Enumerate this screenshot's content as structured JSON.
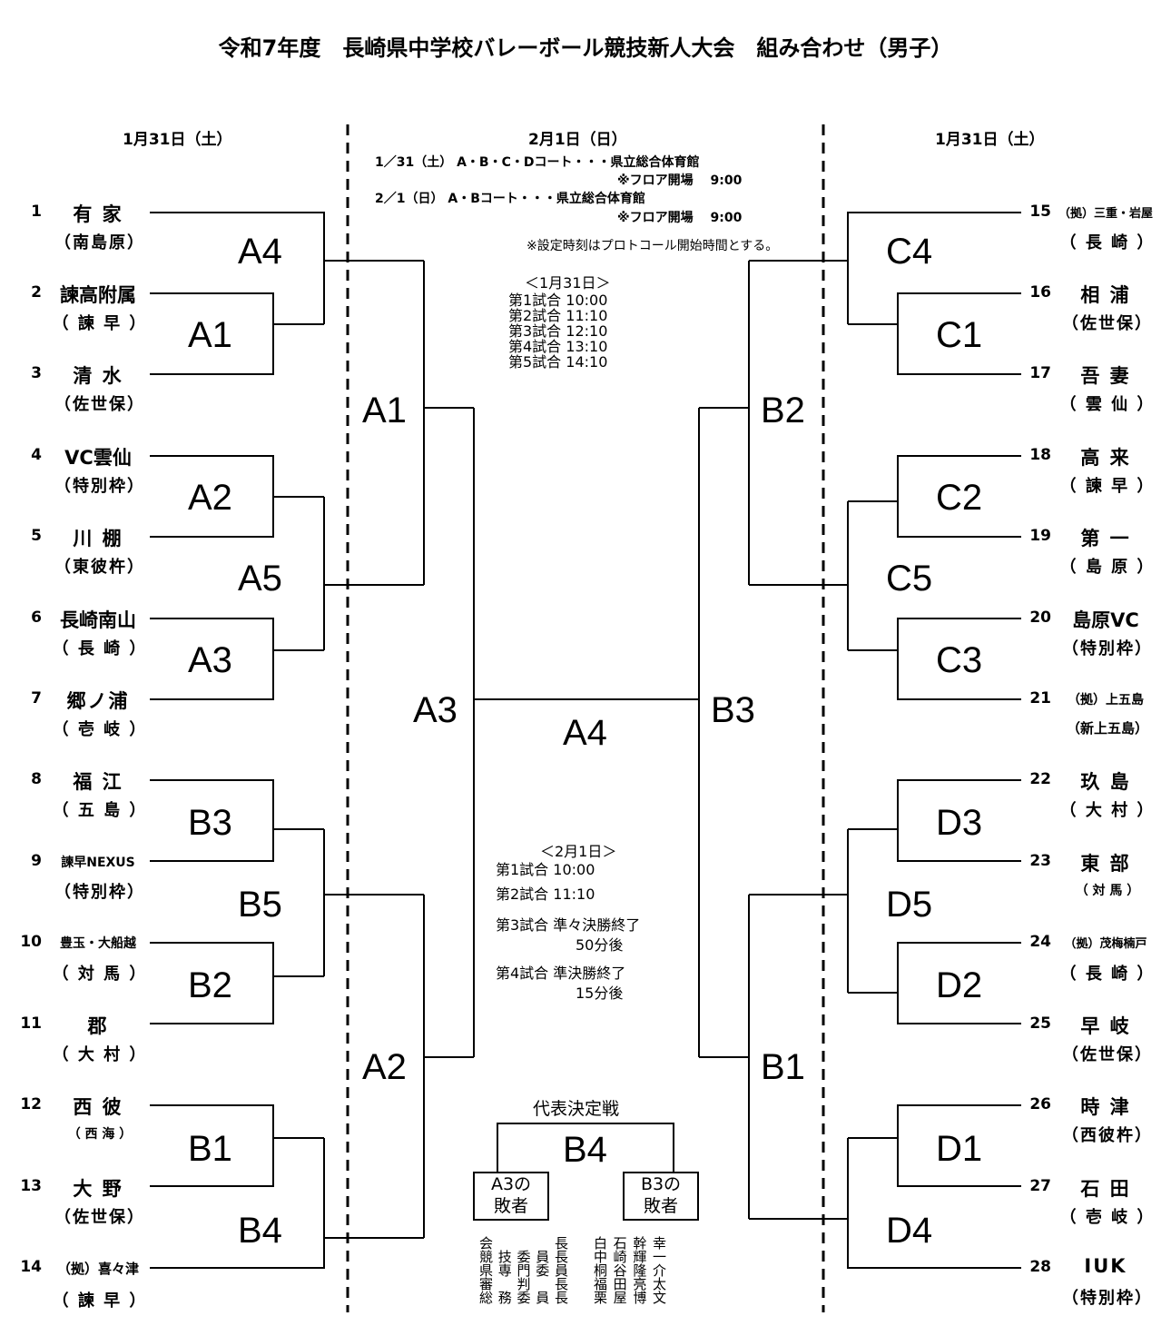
{
  "title": "令和7年度　長崎県中学校バレーボール競技新人大会　組み合わせ（男子）",
  "days": {
    "left": "1月31日（土）",
    "center": "2月1日（日）",
    "right": "1月31日（土）"
  },
  "venue_info": {
    "line1": "1／31（土）  A・B・C・Dコート・・・県立総合体育館",
    "line2": "※フロア開場　 9:00",
    "line3": "2／1（日）   A・Bコート・・・県立総合体育館",
    "line4": "※フロア開場　 9:00",
    "note": "※設定時刻はプロトコール開始時間とする。"
  },
  "schedule_day1": {
    "header": "＜1月31日＞",
    "rows": [
      "第1試合  10:00",
      "第2試合  11:10",
      "第3試合  12:10",
      "第4試合  13:10",
      "第5試合  14:10"
    ]
  },
  "schedule_day2": {
    "header": "＜2月1日＞",
    "rows": [
      "第1試合  10:00",
      "第2試合  11:10",
      "第3試合  準々決勝終了",
      "50分後",
      "第4試合  準決勝終了",
      "15分後"
    ]
  },
  "teams_left": [
    {
      "num": "1",
      "name": "有 家",
      "city": "（南島原）"
    },
    {
      "num": "2",
      "name": "諫高附属",
      "city": "（ 諫 早 ）"
    },
    {
      "num": "3",
      "name": "清 水",
      "city": "（佐世保）"
    },
    {
      "num": "4",
      "name": "VC雲仙",
      "city": "（特別枠）"
    },
    {
      "num": "5",
      "name": "川 棚",
      "city": "（東彼杵）"
    },
    {
      "num": "6",
      "name": "長崎南山",
      "city": "（ 長 崎 ）"
    },
    {
      "num": "7",
      "name": "郷ノ浦",
      "city": "（ 壱 岐 ）"
    },
    {
      "num": "8",
      "name": "福 江",
      "city": "（ 五 島 ）"
    },
    {
      "num": "9",
      "name": "諫早NEXUS",
      "city": "（特別枠）"
    },
    {
      "num": "10",
      "name": "豊玉・大船越",
      "city": "（ 対 馬 ）"
    },
    {
      "num": "11",
      "name": "郡",
      "city": "（ 大 村 ）"
    },
    {
      "num": "12",
      "name": "西 彼",
      "city": "（ 西 海 ）"
    },
    {
      "num": "13",
      "name": "大 野",
      "city": "（佐世保）"
    },
    {
      "num": "14",
      "name": "（拠）喜々津",
      "city": "（ 諫 早 ）"
    }
  ],
  "teams_right": [
    {
      "num": "15",
      "name": "（拠）三重・岩屋",
      "city": "（ 長 崎 ）"
    },
    {
      "num": "16",
      "name": "相 浦",
      "city": "（佐世保）"
    },
    {
      "num": "17",
      "name": "吾 妻",
      "city": "（ 雲 仙 ）"
    },
    {
      "num": "18",
      "name": "高 来",
      "city": "（ 諫 早 ）"
    },
    {
      "num": "19",
      "name": "第 一",
      "city": "（ 島 原 ）"
    },
    {
      "num": "20",
      "name": "島原VC",
      "city": "（特別枠）"
    },
    {
      "num": "21",
      "name": "（拠）上五島",
      "city": "（新上五島）"
    },
    {
      "num": "22",
      "name": "玖 島",
      "city": "（ 大 村 ）"
    },
    {
      "num": "23",
      "name": "東 部",
      "city": "（ 対 馬 ）"
    },
    {
      "num": "24",
      "name": "（拠）茂梅楠戸",
      "city": "（ 長 崎 ）"
    },
    {
      "num": "25",
      "name": "早 岐",
      "city": "（佐世保）"
    },
    {
      "num": "26",
      "name": "時 津",
      "city": "（西彼杵）"
    },
    {
      "num": "27",
      "name": "石 田",
      "city": "（ 壱 岐 ）"
    },
    {
      "num": "28",
      "name": "IUK",
      "city": "（特別枠）"
    }
  ],
  "matches": {
    "left_r1": [
      "A1",
      "A2",
      "A3",
      "B3",
      "B2",
      "B1"
    ],
    "left_r2": [
      "A4",
      "A5",
      "B5",
      "B4"
    ],
    "left_r3": [
      "A1",
      "A2"
    ],
    "left_r4": "A3",
    "final": "A4",
    "right_r4": "B3",
    "right_r3": [
      "B2",
      "B1"
    ],
    "right_r2": [
      "C4",
      "C5",
      "D5",
      "D4"
    ],
    "right_r1": [
      "C1",
      "C2",
      "C3",
      "D3",
      "D2",
      "D1"
    ]
  },
  "playoff": {
    "title": "代表決定戦",
    "match": "B4",
    "left_box": [
      "A3の",
      "敗者"
    ],
    "right_box": [
      "B3の",
      "敗者"
    ]
  },
  "officials": [
    {
      "role": "会長",
      "name": "白石幹幸"
    },
    {
      "role": "競技委員長",
      "name": "中崎輝一"
    },
    {
      "role": "県専門委員",
      "name": "桐谷隆介"
    },
    {
      "role": "審判長",
      "name": "福田亮太"
    },
    {
      "role": "総務委員長",
      "name": "栗屋博文"
    }
  ]
}
